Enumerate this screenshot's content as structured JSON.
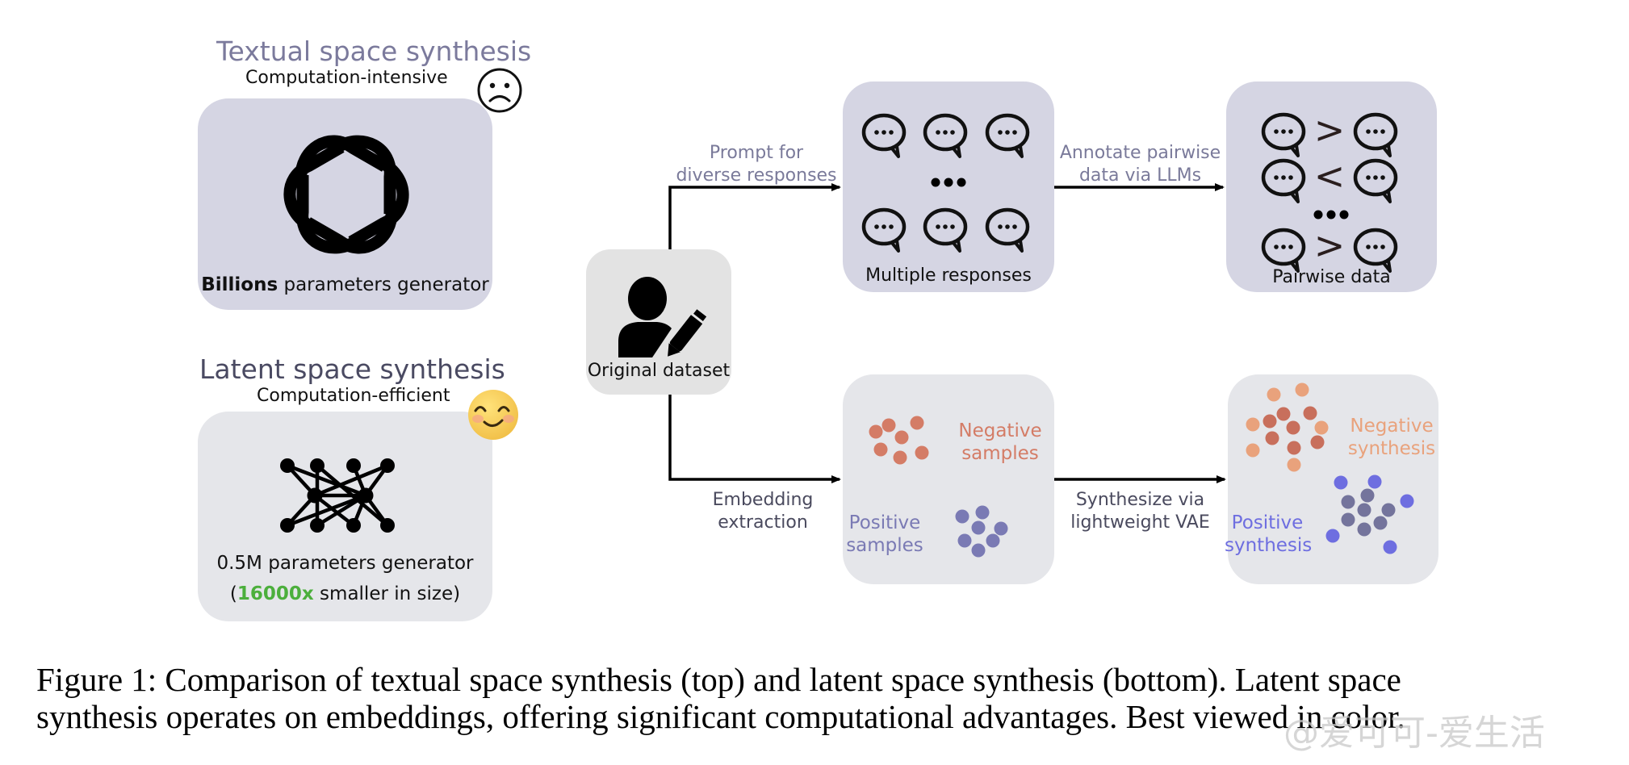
{
  "figure": {
    "textual": {
      "title": "Textual space synthesis",
      "subtitle": "Computation-intensive",
      "mood_icon": "sad-face-icon",
      "generator_icon": "openai-logo-icon",
      "label_bold": "Billions",
      "label_rest": " parameters generator"
    },
    "latent": {
      "title": "Latent space synthesis",
      "subtitle": "Computation-efficient",
      "mood_icon": "smiling-face-icon",
      "generator_icon": "neural-network-icon",
      "label_line1": "0.5M parameters generator",
      "label_line2_open": "(",
      "label_line2_highlight": "16000x",
      "label_line2_rest": " smaller in size)"
    },
    "source": {
      "label": "Original dataset",
      "icon": "user-edit-icon"
    },
    "top_flow": {
      "arrow1_label_line1": "Prompt for",
      "arrow1_label_line2": "diverse responses",
      "responses_label": "Multiple responses",
      "responses_ellipsis": "•••",
      "arrow2_label_line1": "Annotate pairwise",
      "arrow2_label_line2": "data via LLMs",
      "pairwise_label": "Pairwise data",
      "pairwise_ellipsis": "•••",
      "pairwise_rows": [
        ">",
        "<",
        ">"
      ]
    },
    "bottom_flow": {
      "arrow1_label_line1": "Embedding",
      "arrow1_label_line2": "extraction",
      "negative_samples_line1": "Negative",
      "negative_samples_line2": "samples",
      "positive_samples_line1": "Positive",
      "positive_samples_line2": "samples",
      "arrow2_label_line1": "Synthesize via",
      "arrow2_label_line2": "lightweight VAE",
      "negative_synthesis_line1": "Negative",
      "negative_synthesis_line2": "synthesis",
      "positive_synthesis_line1": "Positive",
      "positive_synthesis_line2": "synthesis"
    },
    "colors": {
      "negative": "#d47c66",
      "negative_light": "#e9a27c",
      "negative_dark": "#c86f5c",
      "positive": "#7a7ab4",
      "positive_light": "#6e6ee0",
      "positive_dark": "#74749c"
    }
  },
  "caption": {
    "line1": "Figure 1:  Comparison of textual space synthesis (top) and latent space synthesis (bottom).  Latent space",
    "line2": "synthesis operates on embeddings, offering significant computational advantages. Best viewed in color."
  },
  "watermark": "@爱可可-爱生活"
}
